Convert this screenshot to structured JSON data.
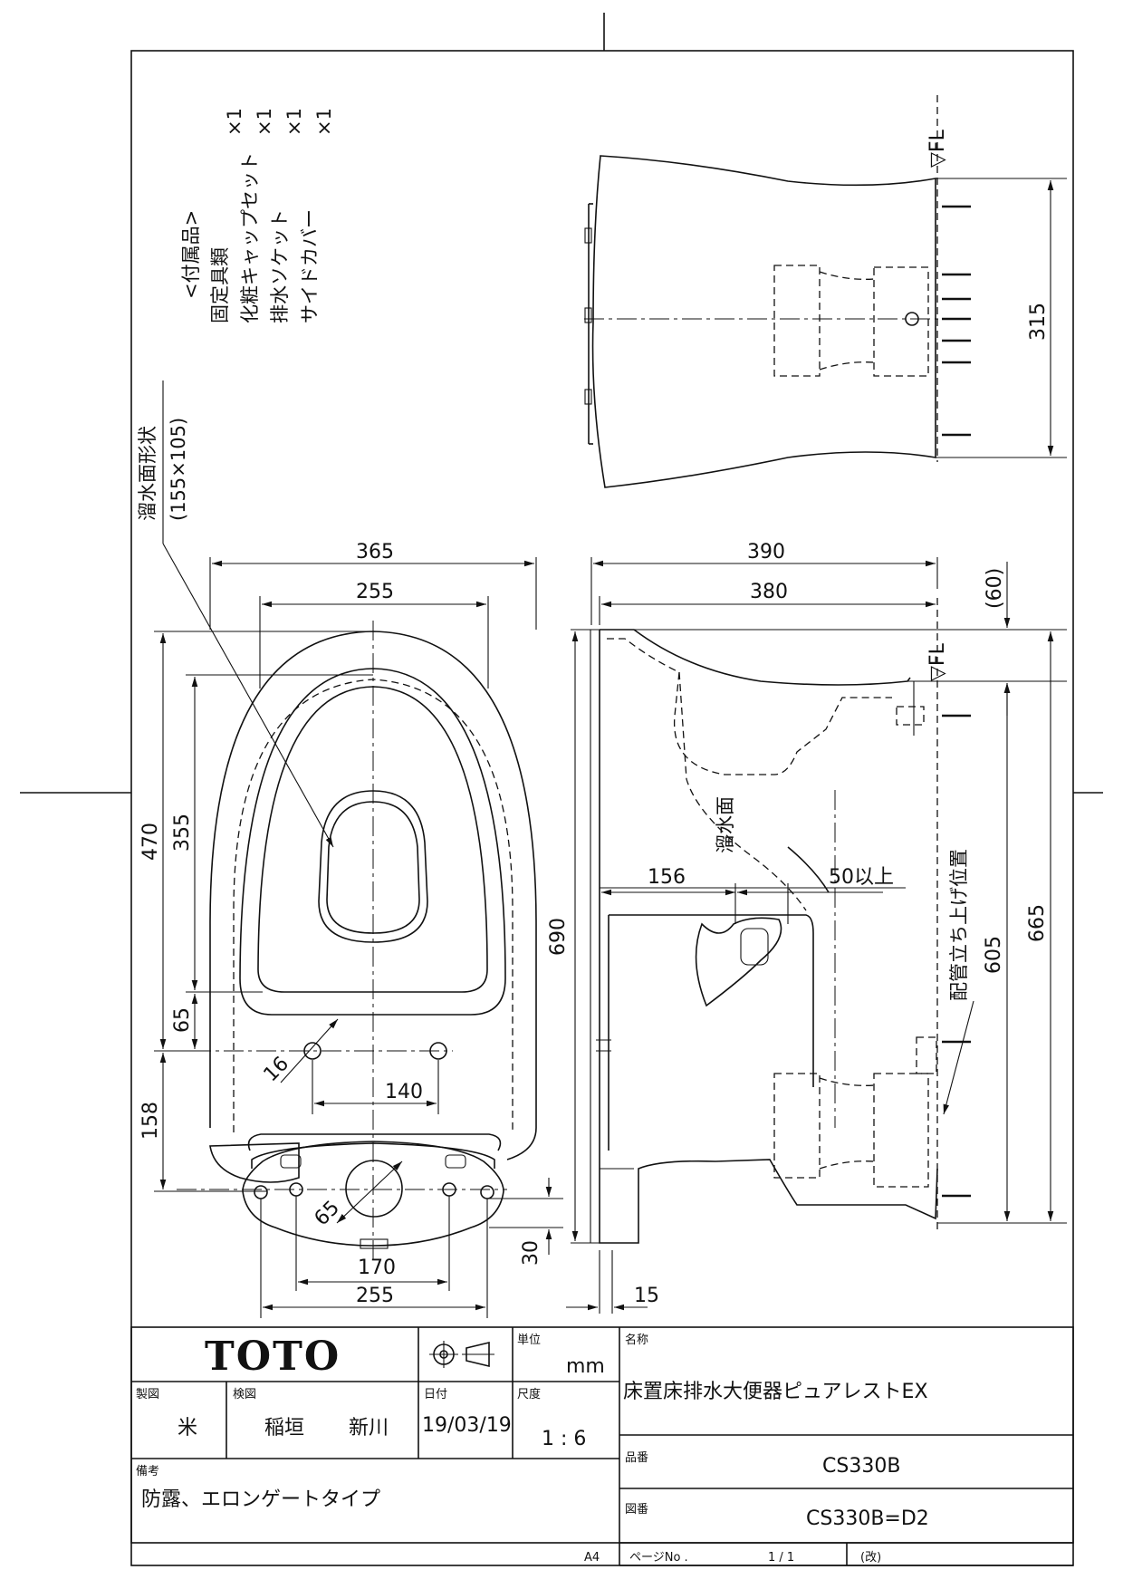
{
  "accessories": {
    "heading": "<付属品>",
    "items": [
      {
        "name": "固定具類",
        "qty": "×1"
      },
      {
        "name": "化粧キャップセット",
        "qty": "×1"
      },
      {
        "name": "排水ソケット",
        "qty": "×1"
      },
      {
        "name": "サイドカバー",
        "qty": "×1"
      }
    ]
  },
  "labels": {
    "water_surface_shape": "溜水面形状",
    "water_surface_size": "(155×105)",
    "water_surface": "溜水面",
    "pipe_position": "配管立ち上げ位置",
    "fl_top": "▽FL",
    "fl_side": "▽FL"
  },
  "dims": {
    "plan": {
      "w365": "365",
      "w255_top": "255",
      "h470": "470",
      "h355": "355",
      "h65": "65",
      "h158": "158",
      "d16": "16",
      "w140": "140",
      "d65": "65",
      "w170": "170",
      "w255_bottom": "255",
      "h30": "30"
    },
    "side": {
      "w390": "390",
      "w380": "380",
      "h60": "(60)",
      "h690": "690",
      "w156": "156",
      "w50": "50以上",
      "h605": "605",
      "h665": "665",
      "w15": "15"
    },
    "top": {
      "h315": "315"
    }
  },
  "title_block": {
    "logo": "TOTO",
    "unit_label": "単位",
    "unit_value": "mm",
    "name_label": "名称",
    "name_value": "床置床排水大便器ピュアレストEX",
    "drafter_label": "製図",
    "drafter_value": "米",
    "checker_label": "検図",
    "checker_value_1": "稲垣",
    "checker_value_2": "新川",
    "date_label": "日付",
    "date_value": "19/03/19",
    "scale_label": "尺度",
    "scale_value": "1 : 6",
    "product_label": "品番",
    "product_value": "CS330B",
    "drawing_label": "図番",
    "drawing_value": "CS330B=D2",
    "notes_label": "備考",
    "notes_value": "防露、エロンゲートタイプ",
    "paper_size": "A4",
    "page_label": "ページNo .",
    "page_value": "1 / 1",
    "revision": "(改)"
  }
}
